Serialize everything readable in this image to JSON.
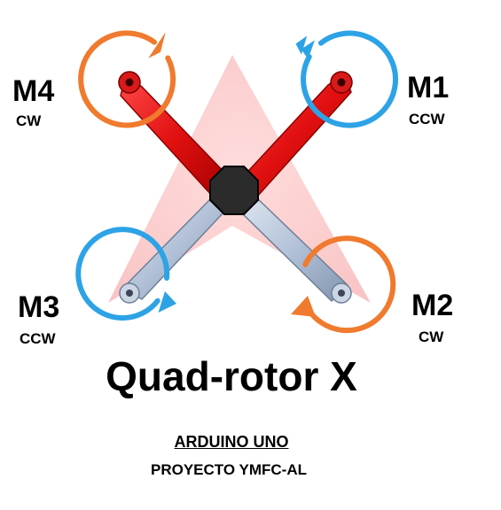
{
  "title": "Quad-rotor X",
  "board": "ARDUINO UNO",
  "project": "PROYECTO YMFC-AL",
  "colors": {
    "front_arm": "#e21010",
    "rear_arm": "#b3c2d8",
    "hub": "#2b2b2b",
    "cw_arrow": "#f07a2e",
    "ccw_arrow": "#2da3e6",
    "direction_indicator": "#f6b1b1"
  },
  "motors": [
    {
      "id": "m1",
      "name": "M1",
      "direction": "CCW",
      "arrow_color": "ccw",
      "arm": "front",
      "position": "front-right"
    },
    {
      "id": "m2",
      "name": "M2",
      "direction": "CW",
      "arrow_color": "cw",
      "arm": "rear",
      "position": "rear-right"
    },
    {
      "id": "m3",
      "name": "M3",
      "direction": "CCW",
      "arrow_color": "ccw",
      "arm": "rear",
      "position": "rear-left"
    },
    {
      "id": "m4",
      "name": "M4",
      "direction": "CW",
      "arrow_color": "cw",
      "arm": "front",
      "position": "front-left"
    }
  ]
}
